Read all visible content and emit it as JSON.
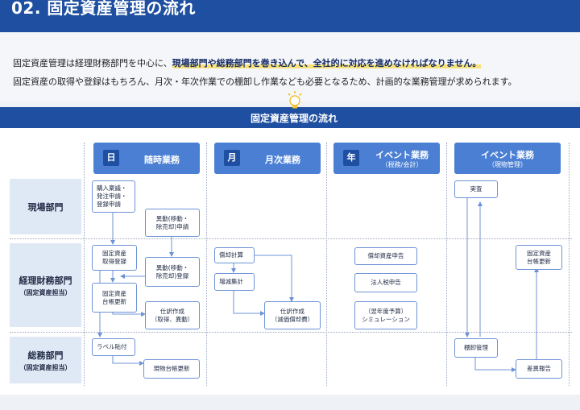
{
  "header": {
    "title": "02. 固定資産管理の流れ"
  },
  "intro": {
    "line1_pre": "固定資産管理は経理財務部門を中心に、",
    "line1_highlight": "現場部門や総務部門を巻き込んで、全社的に対応を進めなければなりません。",
    "line2": "固定資産の取得や登録はもちろん、月次・年次作業での棚卸し作業なども必要となるため、計画的な業務管理が求められます。"
  },
  "banner": {
    "title": "固定資産管理の流れ"
  },
  "columns": [
    {
      "badge": "日",
      "label": "随時業務",
      "sub": ""
    },
    {
      "badge": "月",
      "label": "月次業務",
      "sub": ""
    },
    {
      "badge": "年",
      "label": "イベント業務",
      "sub": "（税務/会計）"
    },
    {
      "badge": "",
      "label": "イベント業務",
      "sub": "（現物管理）"
    }
  ],
  "rows": [
    {
      "label": "現場部門",
      "sub": ""
    },
    {
      "label": "経理財務部門",
      "sub": "（固定資産担当）"
    },
    {
      "label": "総務部門",
      "sub": "（固定資産担当）"
    }
  ],
  "nodes": {
    "purchase": "購入稟議・\n発注申請・\n登録申請",
    "transfer_request": "異動(移動・\n除売却)申請",
    "asset_register": "固定資産\n取得登録",
    "transfer_register": "異動(移動・\n除売却)登録",
    "ledger_update1": "固定資産\n台帳更新",
    "journal_acq": "仕訳作成\n（取得、異動）",
    "depreciation": "償却計算",
    "inc_dec": "増減集計",
    "journal_dep": "仕訳作成\n（減価償却費）",
    "dep_tax": "償却資産申告",
    "corp_tax": "法人税申告",
    "simulation": "（翌年度予算）\nシミュレーション",
    "inspection": "実査",
    "ledger_update2": "固定資産\n台帳更新",
    "label_attach": "ラベル貼付",
    "physical_ledger": "現物台帳更新",
    "inventory_mgmt": "棚卸管理",
    "diff_report": "差異報告"
  },
  "colors": {
    "header": "#1e4fa0",
    "column_head": "#4a7fd4",
    "row_head": "#dfe8f5",
    "node_border": "#6d93d6",
    "highlight": "#f7e27a"
  },
  "icons": {
    "banner": "lightbulb-icon"
  }
}
